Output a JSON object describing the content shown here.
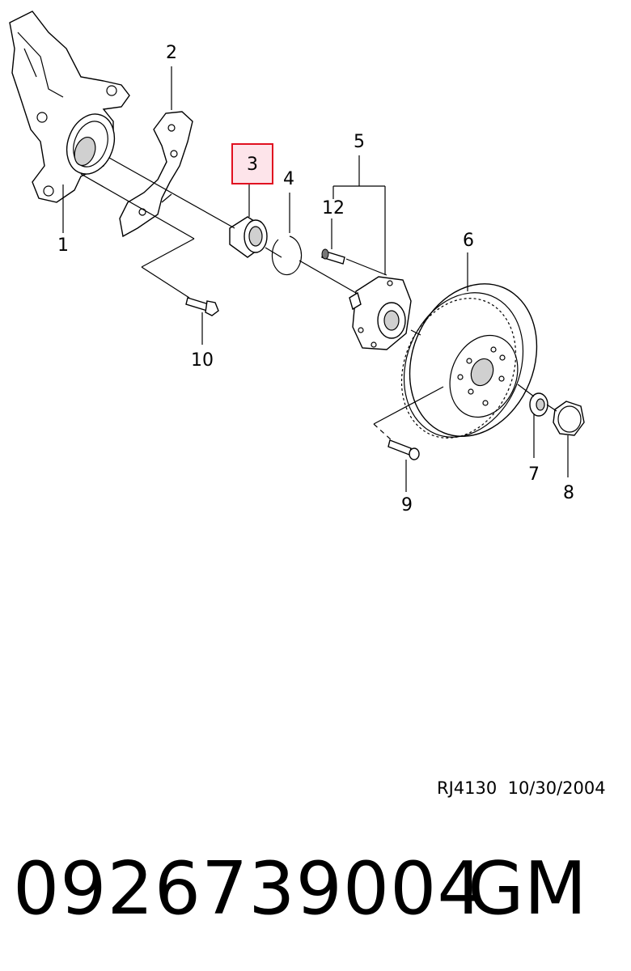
{
  "diagram": {
    "callouts": {
      "c1": "1",
      "c2": "2",
      "c3": "3",
      "c4": "4",
      "c5": "5",
      "c6": "6",
      "c7": "7",
      "c8": "8",
      "c9": "9",
      "c10": "10",
      "c12": "12"
    },
    "highlight_fill": "#fde4ea",
    "highlight_stroke": "#e01020"
  },
  "footer": {
    "drawing_ref": "RJ4130  10/30/2004",
    "part_number": "0926739004",
    "brand": "GM"
  }
}
